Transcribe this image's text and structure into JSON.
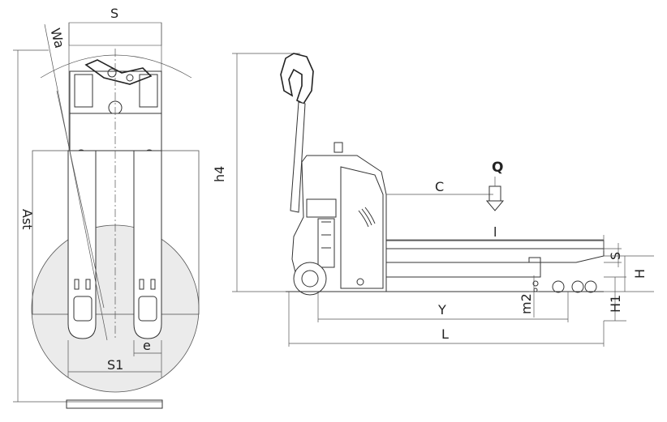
{
  "labels": {
    "s_top": "S",
    "wa": "Wa",
    "ast": "Ast",
    "s1": "S1",
    "e": "e",
    "h4": "h4",
    "c": "C",
    "q": "Q",
    "l_small": "l",
    "s_side": "S",
    "h": "H",
    "m2": "m2",
    "h1": "H1",
    "y": "Y",
    "l_overall": "L"
  },
  "colors": {
    "line": "#333333",
    "circle_fill": "#ebebeb",
    "background": "#ffffff"
  }
}
